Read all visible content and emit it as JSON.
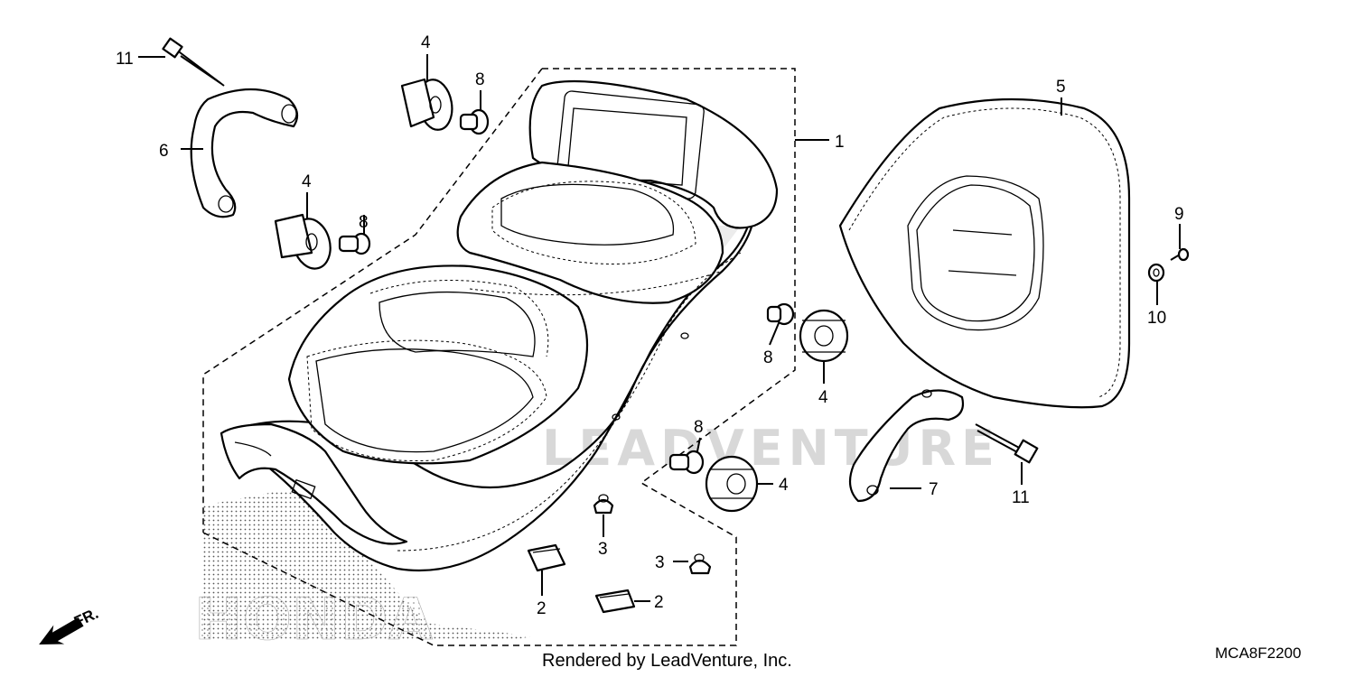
{
  "diagram": {
    "callouts": {
      "c1": "1",
      "c2a": "2",
      "c2b": "2",
      "c3a": "3",
      "c3b": "3",
      "c4a": "4",
      "c4b": "4",
      "c4c": "4",
      "c4d": "4",
      "c5": "5",
      "c6": "6",
      "c7": "7",
      "c8a": "8",
      "c8b": "8",
      "c8c": "8",
      "c8d": "8",
      "c9": "9",
      "c10": "10",
      "c11a": "11",
      "c11b": "11"
    },
    "footer": {
      "credit": "Rendered by LeadVenture, Inc.",
      "code": "MCA8F2200"
    },
    "direction_marker": "FR.",
    "watermark": "LEADVENTURE",
    "logo_text": "HONDA"
  }
}
